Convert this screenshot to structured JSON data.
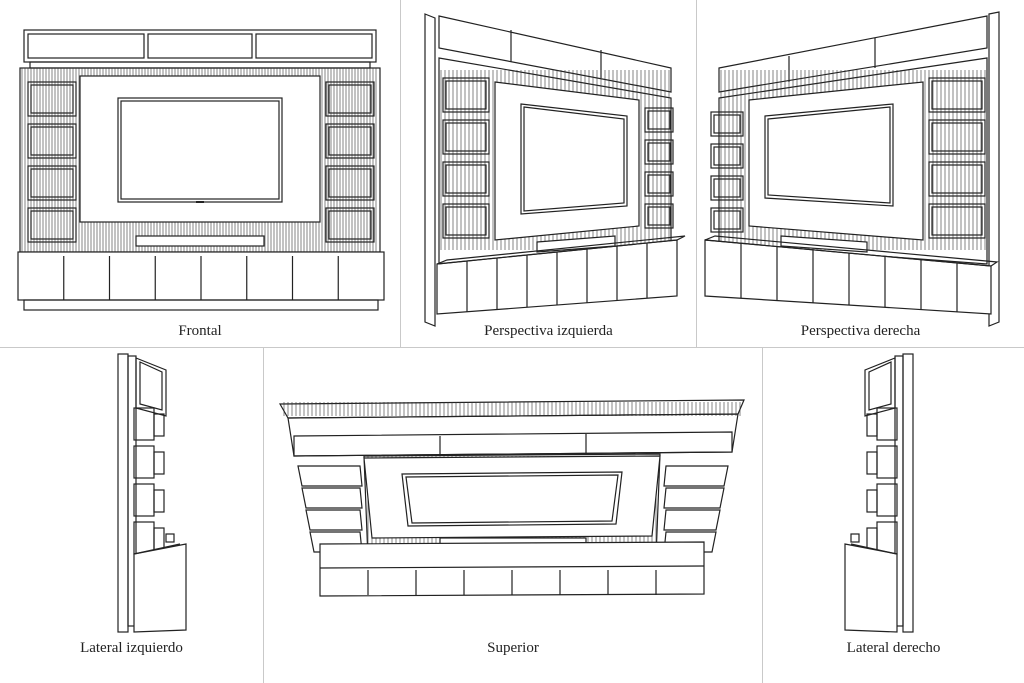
{
  "views": {
    "frontal": {
      "caption": "Frontal"
    },
    "perspectiva_izquierda": {
      "caption": "Perspectiva izquierda"
    },
    "perspectiva_derecha": {
      "caption": "Perspectiva derecha"
    },
    "lateral_izquierdo": {
      "caption": "Lateral izquierdo"
    },
    "superior": {
      "caption": "Superior"
    },
    "lateral_derecho": {
      "caption": "Lateral derecho"
    }
  },
  "colors": {
    "line": "#222222",
    "background": "#ffffff",
    "divider": "#c9c9c9"
  }
}
